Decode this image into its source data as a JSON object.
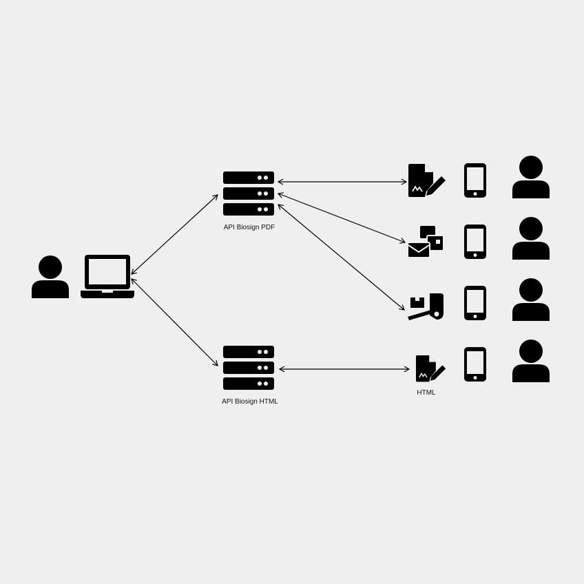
{
  "servers": {
    "pdf_label": "API Biosign PDF",
    "html_label": "API Biosign HTML"
  },
  "channels": {
    "html_label": "HTML"
  },
  "colors": {
    "background": "#efefef",
    "ink": "#000000"
  }
}
